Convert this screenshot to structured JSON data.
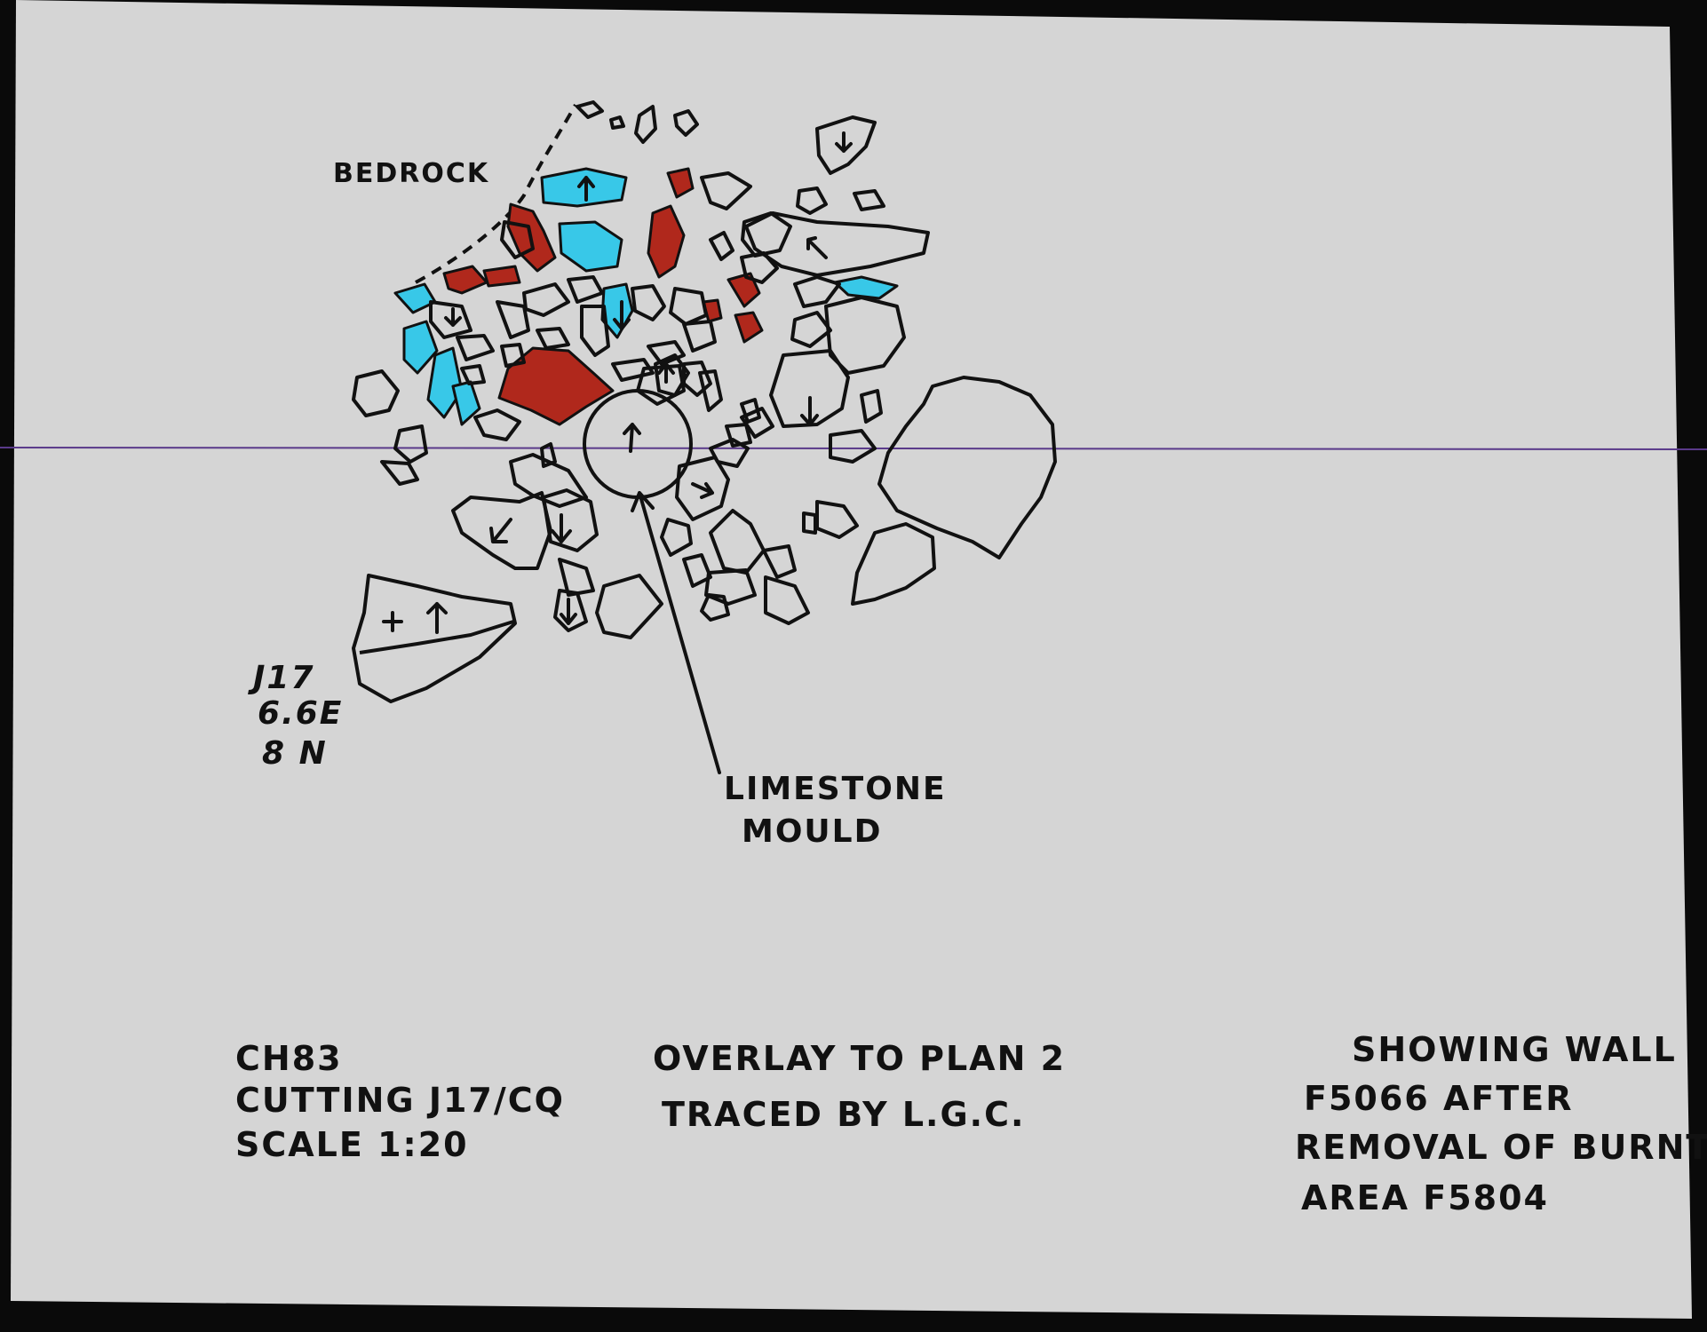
{
  "colors": {
    "paper": "#d5d5d5",
    "ink": "#111111",
    "burnt_stone": "#b0281c",
    "blue_stone": "#38c8e8",
    "scan_line": "#5a3a8a"
  },
  "labels": {
    "bedrock": "BEDROCK",
    "limestone_mould_line1": "LIMESTONE",
    "limestone_mould_line2": "MOULD",
    "grid_ref_line1": "J17",
    "grid_ref_line2": "6.6E",
    "grid_ref_line3": "8 N"
  },
  "footer": {
    "left": {
      "line1": "CH83",
      "line2": "CUTTING J17/CQ",
      "line3": "SCALE 1:20"
    },
    "center": {
      "line1": "OVERLAY TO PLAN 2",
      "line2": "TRACED BY L.G.C."
    },
    "right": {
      "line1": "SHOWING WALL",
      "line2": "F5066 AFTER",
      "line3": "REMOVAL OF BURNT",
      "line4": "AREA F5804"
    }
  }
}
